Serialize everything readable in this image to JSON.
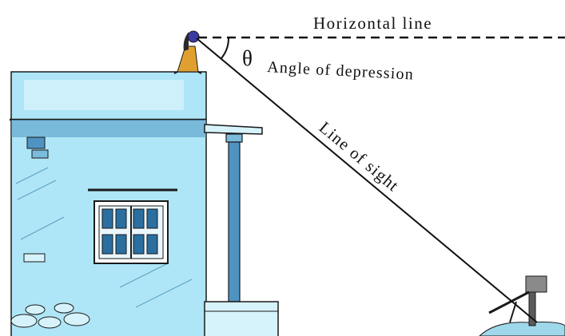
{
  "labels": {
    "horizontal_line": "Horizontal line",
    "theta": "θ",
    "angle_of_depression": "Angle of depression",
    "line_of_sight": "Line of sight"
  },
  "colors": {
    "building_fill": "#aee6f7",
    "building_light": "#d6f3fb",
    "building_dark": "#2a6fa0",
    "outline": "#1a1a1a",
    "person_dress": "#e0a030",
    "person_hair": "#2a2a2a",
    "person_head": "#3a3aa0",
    "ground": "#9fd8ea"
  }
}
